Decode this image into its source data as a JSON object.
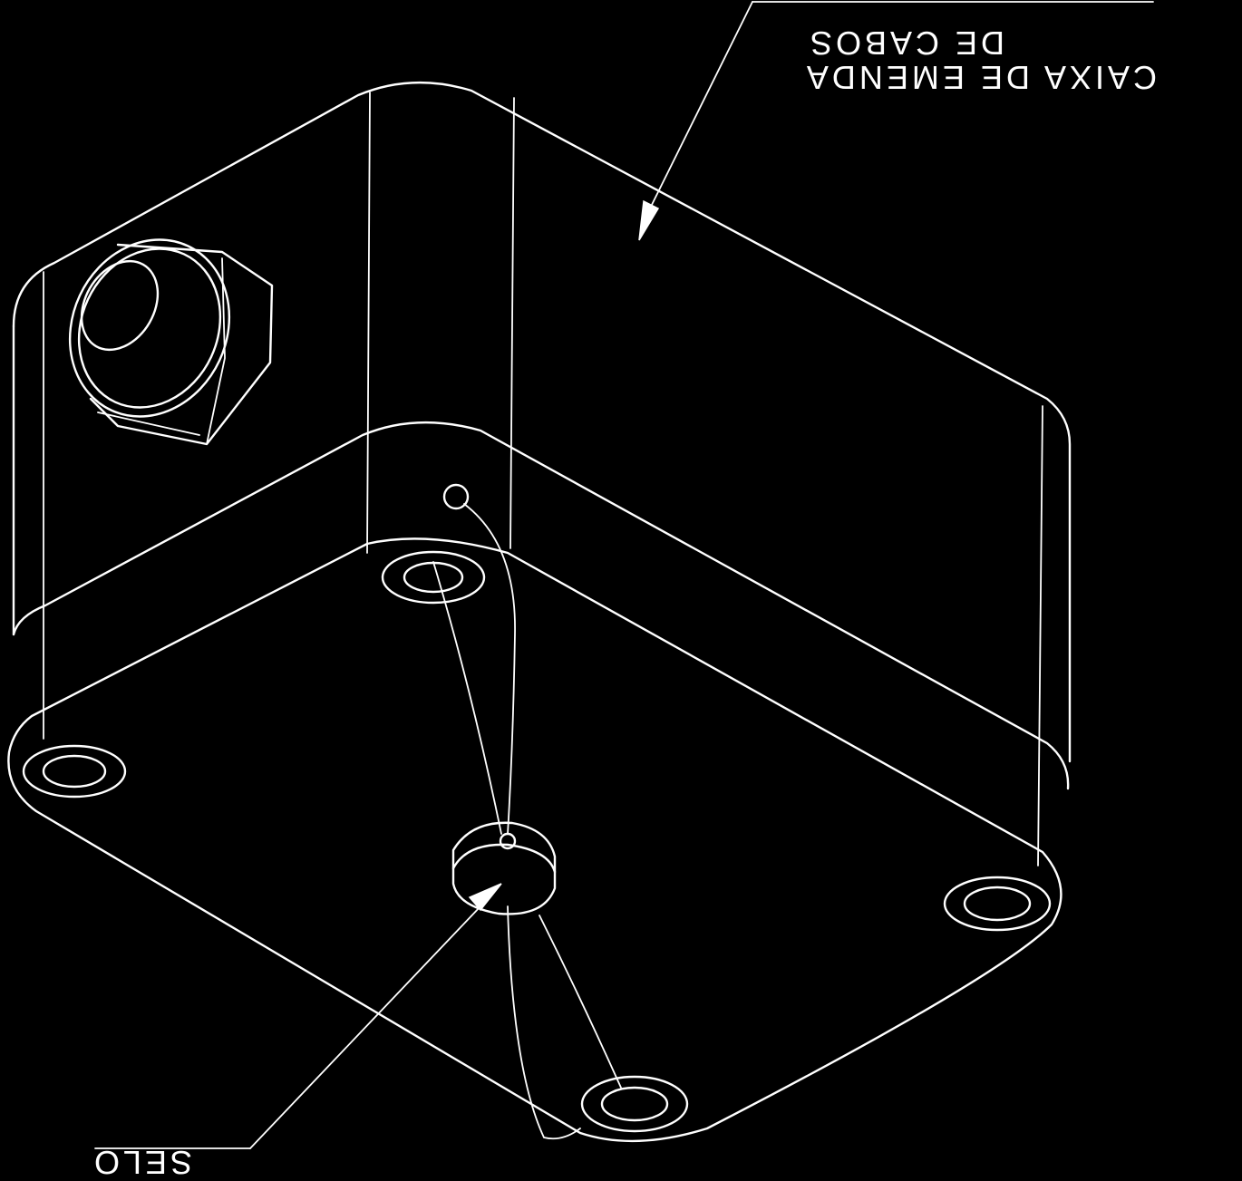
{
  "labels": {
    "box_line1": "CAIXA DE EMENDA",
    "box_line2": "DE CABOS",
    "seal": "SELO"
  },
  "colors": {
    "background": "#000000",
    "line": "#ffffff"
  }
}
